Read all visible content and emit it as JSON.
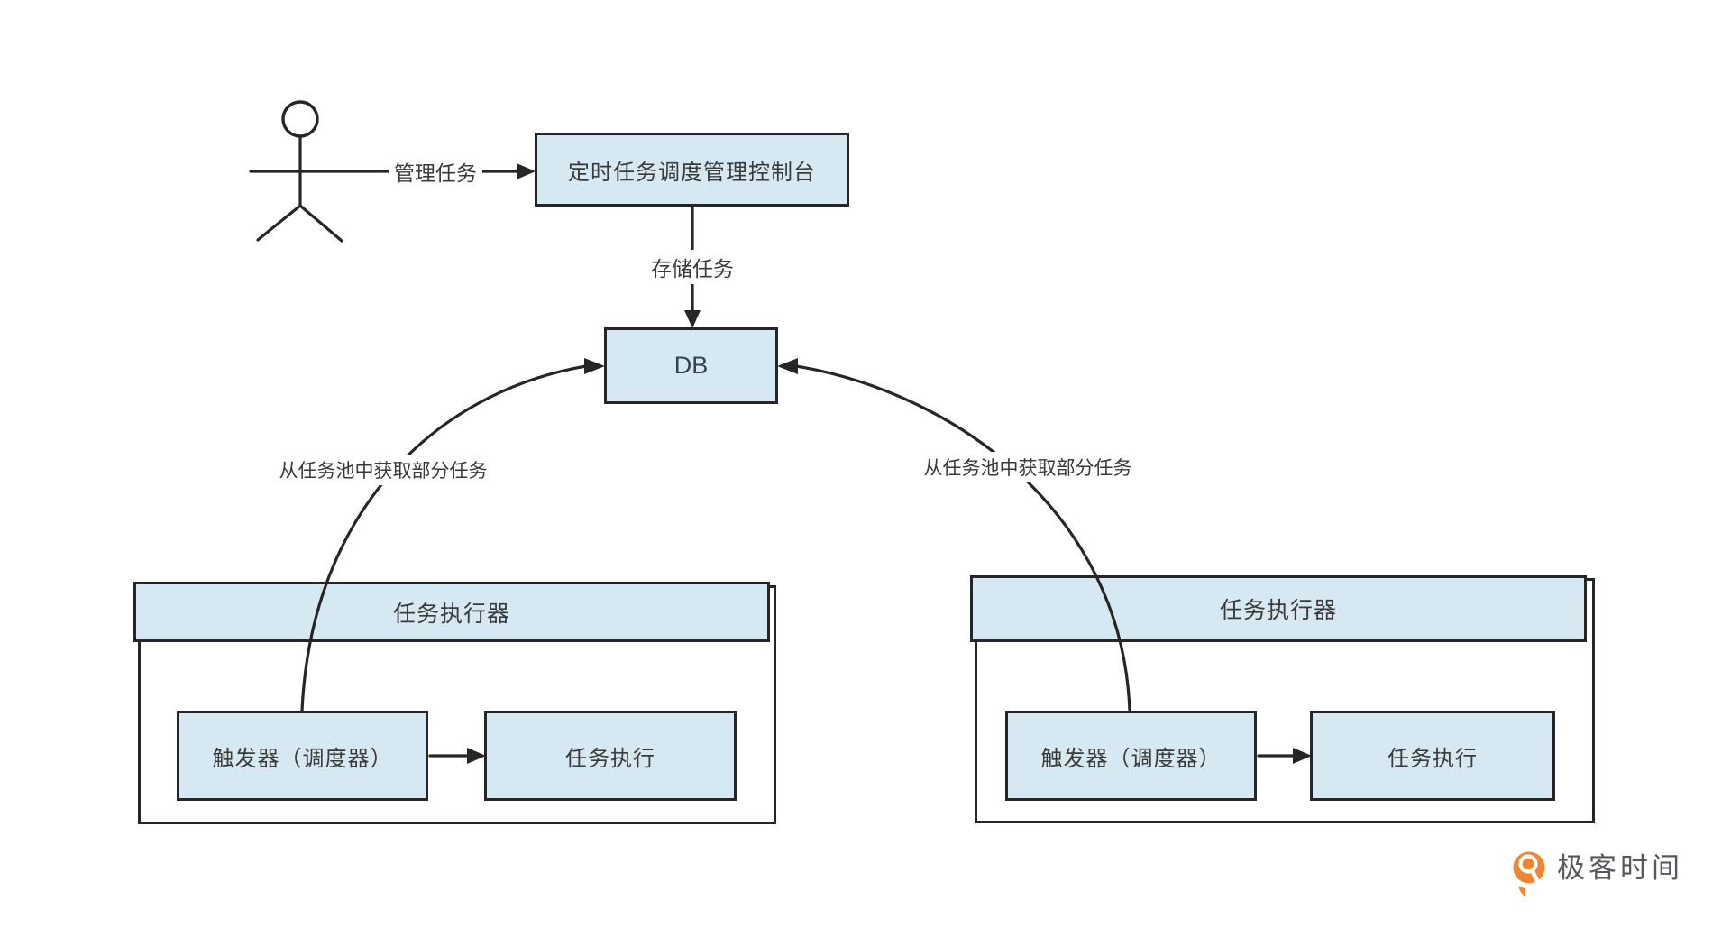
{
  "diagram": {
    "console": {
      "label": "定时任务调度管理控制台"
    },
    "db": {
      "label": "DB"
    },
    "executors": {
      "left": {
        "title": "任务执行器",
        "trigger_label": "触发器（调度器）",
        "exec_label": "任务执行"
      },
      "right": {
        "title": "任务执行器",
        "trigger_label": "触发器（调度器）",
        "exec_label": "任务执行"
      }
    },
    "edges": {
      "manage_label": "管理任务",
      "store_label": "存储任务",
      "fetch_left_label": "从任务池中获取部分任务",
      "fetch_right_label": "从任务池中获取部分任务"
    },
    "colors": {
      "node_fill": "#d6e8f1",
      "node_border": "#262626",
      "edge_line": "#262626",
      "text": "#3a3a3a",
      "logo_orange": "#f0862f",
      "logo_text_color": "#57575f"
    }
  },
  "branding": {
    "logo_text": "极客时间"
  }
}
